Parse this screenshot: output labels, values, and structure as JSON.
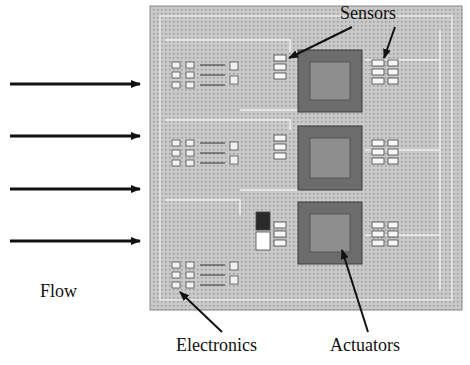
{
  "diagram": {
    "labels": [
      "Sensors",
      "Flow",
      "Electronics",
      "Actuators"
    ]
  }
}
